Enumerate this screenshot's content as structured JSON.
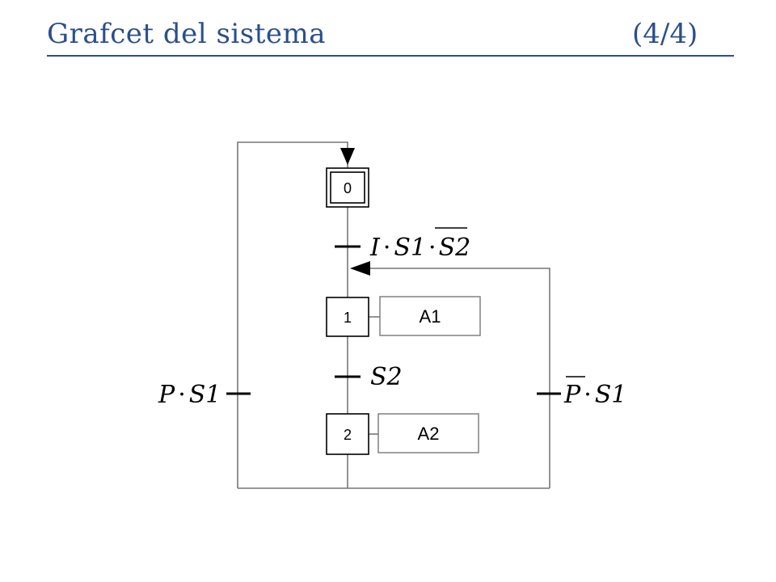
{
  "header": {
    "title": "Grafcet del sistema",
    "page": "(4/4)"
  },
  "colors": {
    "title": "#2b4f8c",
    "line": "#777777"
  },
  "steps": [
    {
      "number": "0",
      "initial": true
    },
    {
      "number": "1",
      "action": "A1"
    },
    {
      "number": "2",
      "action": "A2"
    }
  ],
  "transitions": {
    "t0": {
      "lead": "I",
      "dot1": "·",
      "mid": "S1",
      "dot2": "·",
      "negated": "S2"
    },
    "t1": {
      "text": "S2"
    },
    "left": {
      "lead": "P",
      "dot": "·",
      "tail": "S1"
    },
    "right": {
      "negated": "P",
      "dot": "·",
      "tail": "S1"
    }
  }
}
